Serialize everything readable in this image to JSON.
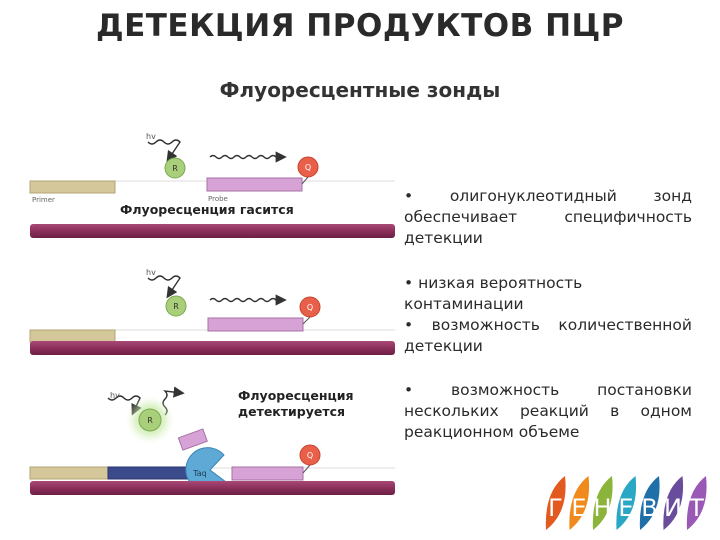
{
  "title": "ДЕТЕКЦИЯ ПРОДУКТОВ ПЦР",
  "subtitle": "Флуоресцентные зонды",
  "panels": [
    {
      "hv": "hv",
      "fluor": "R",
      "quencher": "Q",
      "primer_label": "Primer",
      "probe_label": "Probe",
      "caption": "Флуоресценция гасится"
    },
    {
      "hv": "hv",
      "fluor": "R",
      "quencher": "Q"
    },
    {
      "hv": "hv",
      "fluor": "R",
      "quencher": "Q",
      "polymerase": "Taq",
      "caption_line1": "Флуоресценция",
      "caption_line2": "детектируется"
    }
  ],
  "bullets": [
    {
      "marker": "•",
      "words": [
        "олигонуклеотидный",
        "зонд"
      ],
      "line2_words": [
        "обеспечивает",
        "специфичность"
      ],
      "rest": "детекции"
    },
    {
      "text": "• низкая вероятность контаминации"
    },
    {
      "marker": "•",
      "words": [
        "возможность",
        "количественной"
      ],
      "rest": "детекции"
    },
    {
      "marker": "•",
      "words": [
        "возможность",
        "постановки"
      ],
      "line2_words": [
        "нескольких",
        "реакций",
        "в",
        "одном"
      ],
      "rest": "реакционном объеме"
    }
  ],
  "logo": {
    "text": "ГЕНЕВИТ",
    "letters": [
      "Г",
      "Е",
      "Н",
      "Е",
      "В",
      "И",
      "Т"
    ],
    "colors": [
      "#e35a20",
      "#f08a1c",
      "#8bb43a",
      "#2aa7c4",
      "#1f6fa8",
      "#6a4c9c",
      "#9b59b6"
    ]
  },
  "colors": {
    "dna_strand": "#8c2f5a",
    "primer": "#d4c79a",
    "probe": "#d7a3d6",
    "extension": "#3b4a8a",
    "fluor": "#a9cf7a",
    "quencher": "#e8604a",
    "taq": "#5ea9d6"
  }
}
